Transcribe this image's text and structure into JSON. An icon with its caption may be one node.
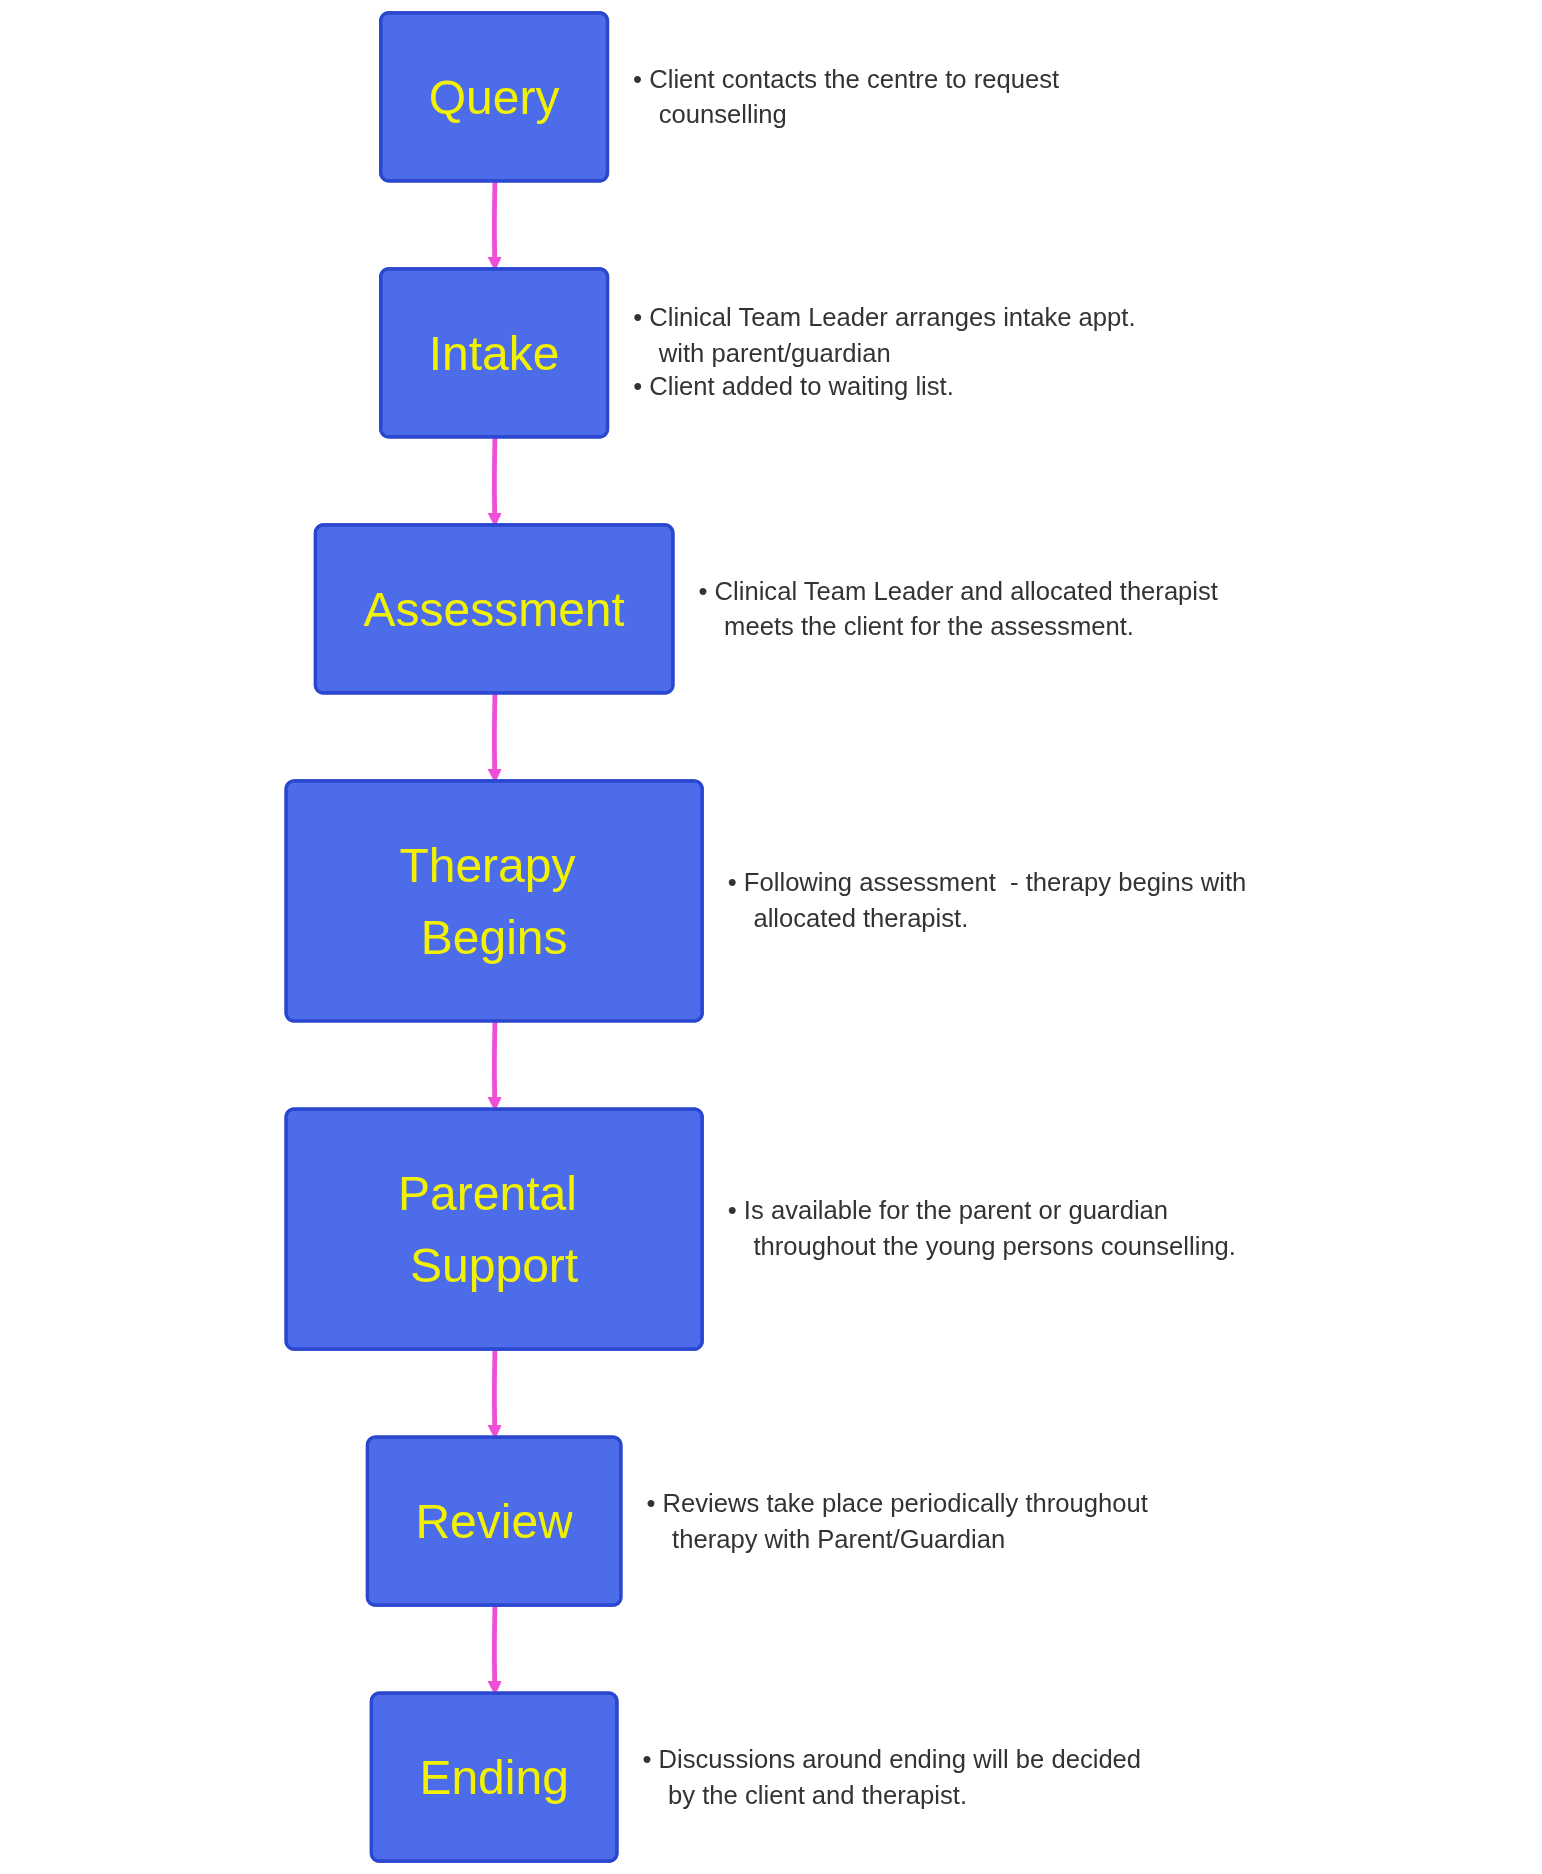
{
  "diagram": {
    "nodes": [
      {
        "text": [
          "Query"
        ],
        "beside": [
          "• Client contacts the centre to request counselling"
        ]
      },
      {
        "text": [
          "Intake"
        ],
        "beside": [
          "• Clinical Team Leader arranges intake appt. with parent/guardian",
          "• Client added to waiting list."
        ]
      },
      {
        "text": [
          "Assessment"
        ],
        "beside": [
          "• Clinical Team Leader and allocated therapist meets the client for the assessment."
        ]
      },
      {
        "text": [
          "Therapy Begins"
        ],
        "beside": [
          "• Following assessment  - therapy begins with allocated therapist."
        ]
      },
      {
        "text": [
          "Parental Support"
        ],
        "beside": [
          "• Is available for the parent or guardian throughout the young persons counselling."
        ]
      },
      {
        "text": [
          "Review"
        ],
        "beside": [
          "• Reviews take place periodically throughout therapy with Parent/Guardian"
        ]
      },
      {
        "text": [
          "Ending"
        ],
        "beside": [
          "• Discussions around ending will be decided by the client and therapist."
        ]
      }
    ],
    "edges": [
      {
        "from": 0,
        "to": 1,
        "arrow": "to",
        "color": "#ee4fd8"
      },
      {
        "from": 1,
        "to": 2,
        "arrow": "to",
        "color": "#ee4fd8"
      },
      {
        "from": 2,
        "to": 3,
        "arrow": "to",
        "color": "#ee4fd8"
      },
      {
        "from": 3,
        "to": 4,
        "arrow": "to",
        "color": "#ee4fd8"
      },
      {
        "from": 4,
        "to": 5,
        "arrow": "to",
        "color": "#ee4fd8"
      },
      {
        "from": 5,
        "to": 6,
        "arrow": "to",
        "color": "#ee4fd8"
      }
    ]
  }
}
